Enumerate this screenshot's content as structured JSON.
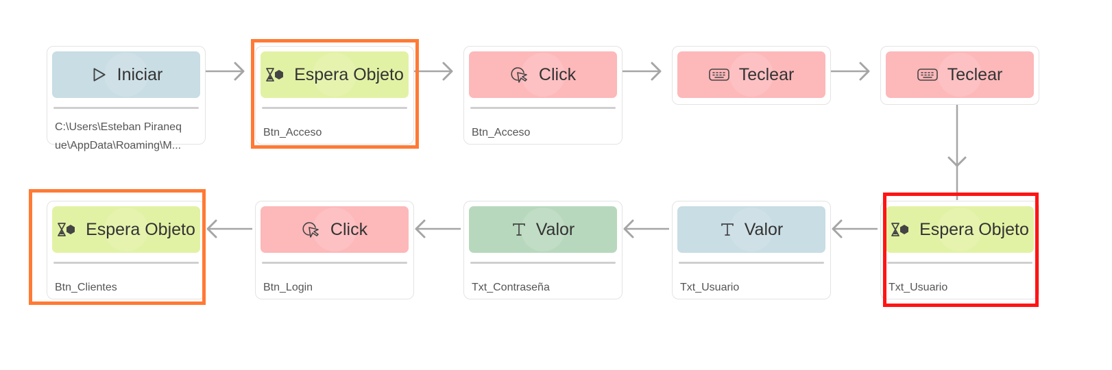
{
  "colors": {
    "blue": "#c8dde4",
    "green": "#e2f2a4",
    "pink": "#fdb8ba",
    "dark_green": "#b8d8bd",
    "highlight_orange": "#ff7a35",
    "highlight_red": "#ff1414",
    "connector": "#a5a5a5"
  },
  "nodes": [
    {
      "label": "Iniciar",
      "icon": "play-icon",
      "color": "blue",
      "detail_lines": [
        "C:\\Users\\Esteban Piraneq",
        "ue\\AppData\\Roaming\\M..."
      ]
    },
    {
      "label": "Espera Objeto",
      "icon": "wait-object-icon",
      "color": "green",
      "detail": "Btn_Acceso"
    },
    {
      "label": "Click",
      "icon": "click-icon",
      "color": "pink",
      "detail": "Btn_Acceso"
    },
    {
      "label": "Teclear",
      "icon": "keyboard-icon",
      "color": "pink"
    },
    {
      "label": "Teclear",
      "icon": "keyboard-icon",
      "color": "pink"
    },
    {
      "label": "Espera Objeto",
      "icon": "wait-object-icon",
      "color": "green",
      "detail": "Txt_Usuario"
    },
    {
      "label": "Valor",
      "icon": "text-icon",
      "color": "blue",
      "detail": "Txt_Usuario"
    },
    {
      "label": "Valor",
      "icon": "text-icon",
      "color": "dark_green",
      "detail": "Txt_Contraseña"
    },
    {
      "label": "Click",
      "icon": "click-icon",
      "color": "pink",
      "detail": "Btn_Login"
    },
    {
      "label": "Espera Objeto",
      "icon": "wait-object-icon",
      "color": "green",
      "detail": "Btn_Clientes"
    }
  ],
  "highlights": [
    {
      "node": 1,
      "color": "highlight_orange"
    },
    {
      "node": 5,
      "color": "highlight_red"
    },
    {
      "node": 9,
      "color": "highlight_orange"
    }
  ]
}
